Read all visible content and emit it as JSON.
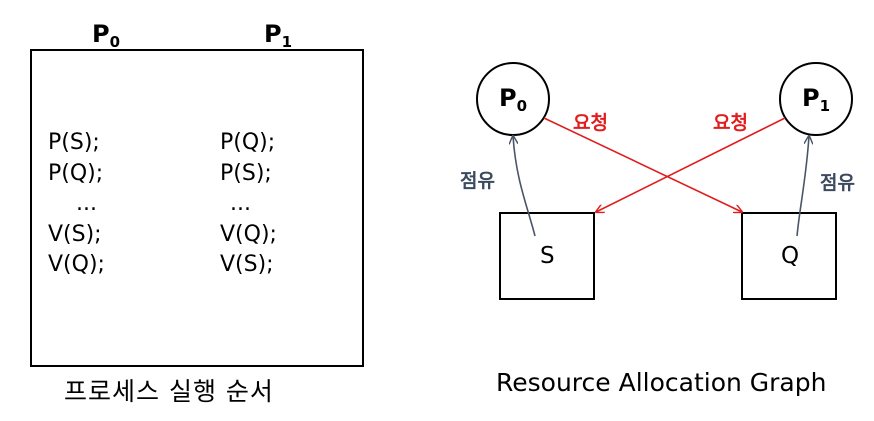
{
  "left": {
    "p0_header": {
      "main": "P",
      "sub": "0"
    },
    "p1_header": {
      "main": "P",
      "sub": "1"
    },
    "p0_code": [
      "P(S);",
      "P(Q);",
      "...",
      "V(S);",
      "V(Q);"
    ],
    "p1_code": [
      "P(Q);",
      "P(S);",
      "...",
      "V(Q);",
      "V(S);"
    ],
    "caption": "프로세스 실행 순서"
  },
  "graph": {
    "p0": {
      "main": "P",
      "sub": "0"
    },
    "p1": {
      "main": "P",
      "sub": "1"
    },
    "resource_s": "S",
    "resource_q": "Q",
    "request_label_left": "요청",
    "request_label_right": "요청",
    "hold_label_left": "점유",
    "hold_label_right": "점유",
    "caption": "Resource Allocation Graph",
    "colors": {
      "request": "#e01e1e",
      "hold": "#4a5568",
      "label_hold": "#3c4a5e"
    }
  }
}
